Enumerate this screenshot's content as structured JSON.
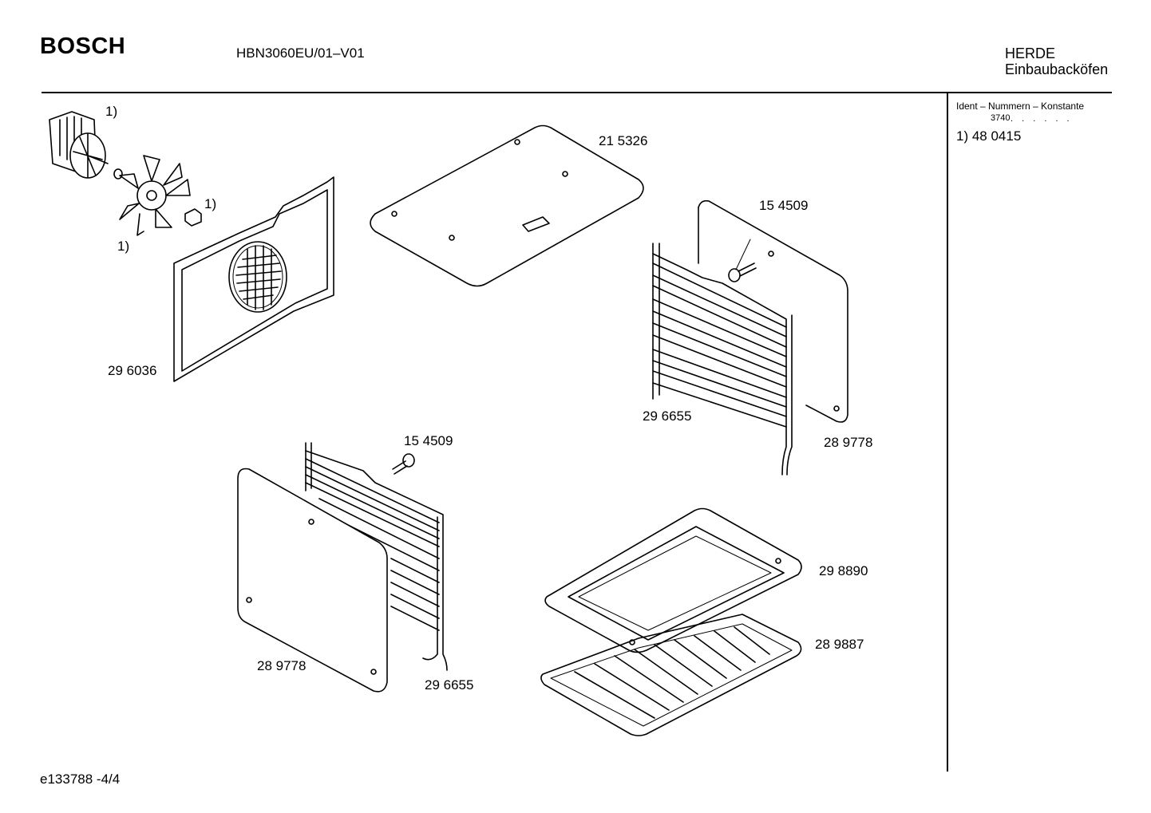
{
  "header": {
    "brand": "BOSCH",
    "model": "HBN3060EU/01–V01",
    "category_line1": "HERDE",
    "category_line2": "Einbaubacköfen"
  },
  "sidebar": {
    "heading": "Ident – Nummern – Konstante",
    "constant": "3740",
    "dots": ". . . . . .",
    "footnote": "1)  48 0415"
  },
  "parts": {
    "motor_note": "1)",
    "nut_note": "1)",
    "fan_note": "1)",
    "fan_cover": "29 6036",
    "top_plate": "21 5326",
    "screw_right": "15 4509",
    "rack_right": "29 6655",
    "panel_right": "28 9778",
    "screw_left": "15 4509",
    "panel_left": "28 9778",
    "rack_left": "29 6655",
    "tray": "29 8890",
    "grill": "28 9887"
  },
  "footer": {
    "doc_id": "e133788 -4/4"
  }
}
